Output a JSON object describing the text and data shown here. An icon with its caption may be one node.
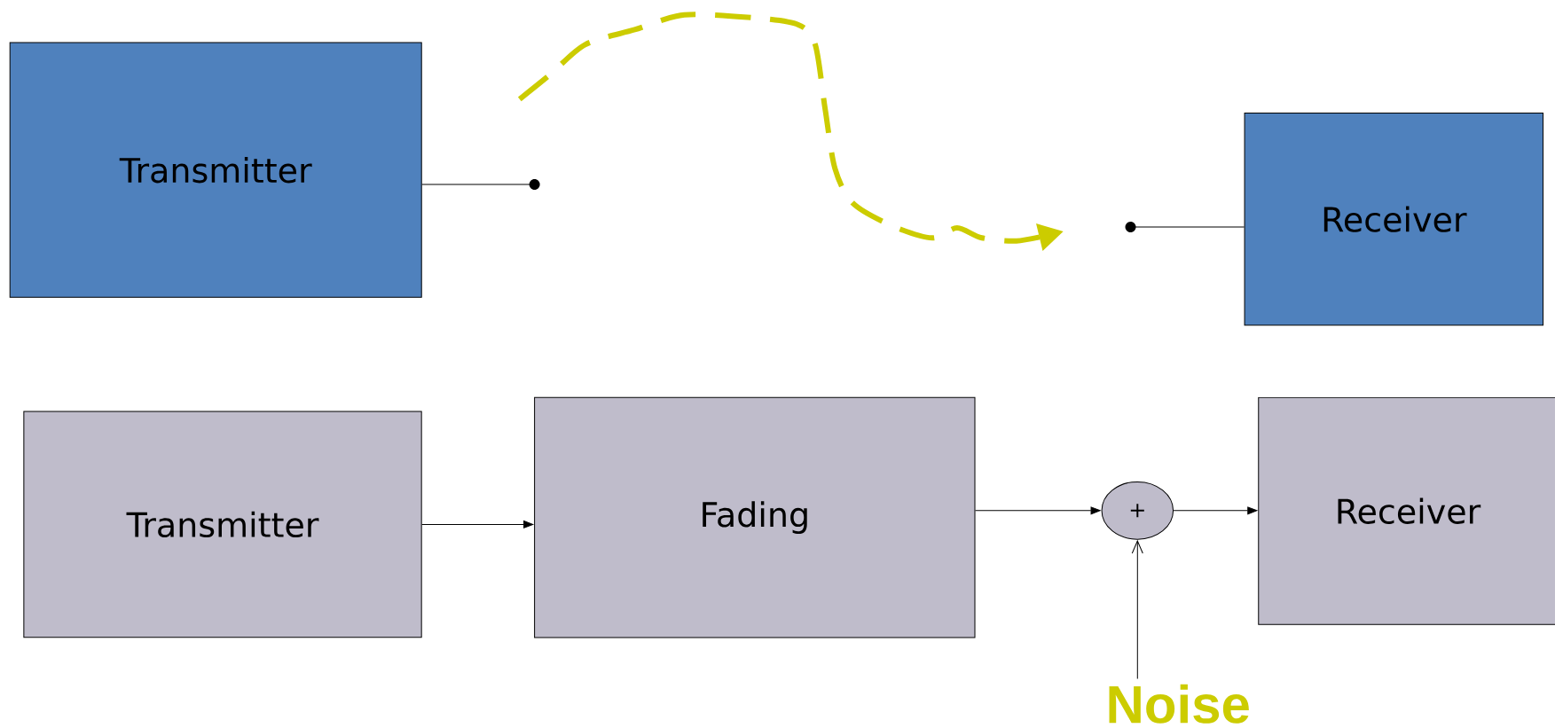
{
  "diagram": {
    "nodes": [
      {
        "text": [
          "Transmitter"
        ]
      },
      {
        "text": [],
        "shape": "circle"
      },
      {
        "text": [],
        "shape": "circle"
      },
      {
        "text": [
          "Receiver"
        ]
      },
      {
        "text": [
          "Transmitter"
        ]
      },
      {
        "text": [
          "Fading"
        ]
      },
      {
        "text": [
          "+"
        ]
      },
      {
        "text": [
          "Receiver"
        ]
      },
      {
        "text": [
          "Noise"
        ]
      }
    ],
    "edges": [
      {
        "from": 0,
        "to": 1,
        "arrow": "none"
      },
      {
        "from": 1,
        "to": 2,
        "arrow": "to",
        "style": "dashed",
        "color": "#cccc00"
      },
      {
        "from": 2,
        "to": 3,
        "arrow": "none"
      },
      {
        "from": 4,
        "to": 5,
        "arrow": "to"
      },
      {
        "from": 5,
        "to": 6,
        "arrow": "to"
      },
      {
        "from": 6,
        "to": 7,
        "arrow": "to"
      },
      {
        "from": 8,
        "to": 6,
        "arrow": "to"
      }
    ]
  }
}
